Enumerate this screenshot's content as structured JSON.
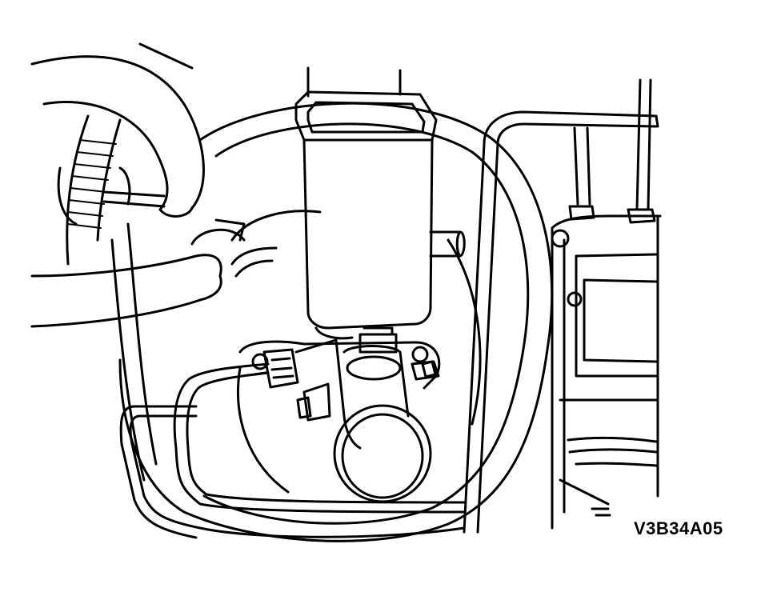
{
  "figure": {
    "id_label": "V3B34A05",
    "line_color": "#000000",
    "background_color": "#ffffff",
    "parts": [
      "brake-booster",
      "master-cylinder",
      "fluid-reservoir",
      "reservoir-cap",
      "brake-lines",
      "vacuum-hose",
      "hose-clamp",
      "mounting-nuts",
      "engine-component"
    ]
  }
}
